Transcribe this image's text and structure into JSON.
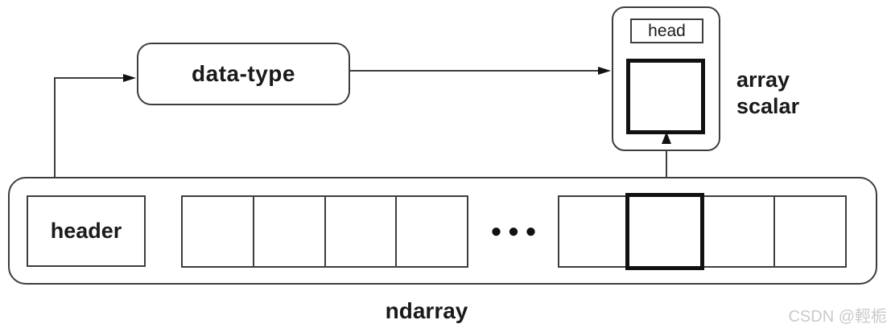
{
  "diagram": {
    "data_type": {
      "label": "data-type"
    },
    "array_scalar": {
      "head_label": "head",
      "caption_line1": "array",
      "caption_line2": "scalar"
    },
    "ndarray": {
      "header_label": "header",
      "label": "ndarray",
      "ellipsis": "●●●",
      "group1_cells": 4,
      "group2_cells": 4,
      "bold_cell_group": 2,
      "bold_cell_index": 1
    },
    "watermark": "CSDN @輕栀",
    "colors": {
      "line": "#3d3d3d",
      "bold": "#111111",
      "text": "#1a1a1a",
      "watermark": "#c9c9c9",
      "background": "#ffffff"
    }
  }
}
